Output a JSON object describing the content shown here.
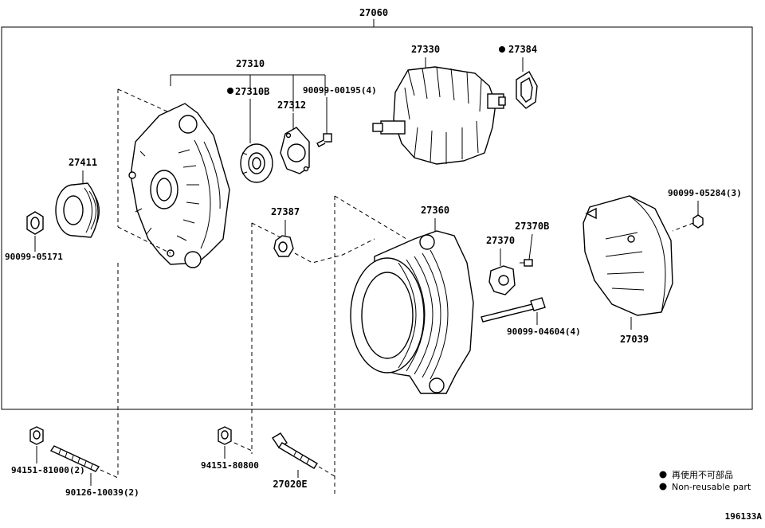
{
  "diagram": {
    "assembly_number": "27060",
    "figure_id": "196133A",
    "parts": {
      "p27310": "27310",
      "p27310B": "27310B",
      "p27312": "27312",
      "p90099_00195": "90099-00195(4)",
      "p27330": "27330",
      "p27384": "27384",
      "p27411": "27411",
      "p90099_05171": "90099-05171",
      "p27387": "27387",
      "p27360": "27360",
      "p27370B": "27370B",
      "p27370": "27370",
      "p90099_04604": "90099-04604(4)",
      "p90099_05284": "90099-05284(3)",
      "p27039": "27039",
      "p94151_81000": "94151-81000(2)",
      "p90126_10039": "90126-10039(2)",
      "p94151_80800": "94151-80800",
      "p27020E": "27020E"
    },
    "legend": {
      "cn": "再使用不可部品",
      "en": "Non-reusable part"
    }
  }
}
